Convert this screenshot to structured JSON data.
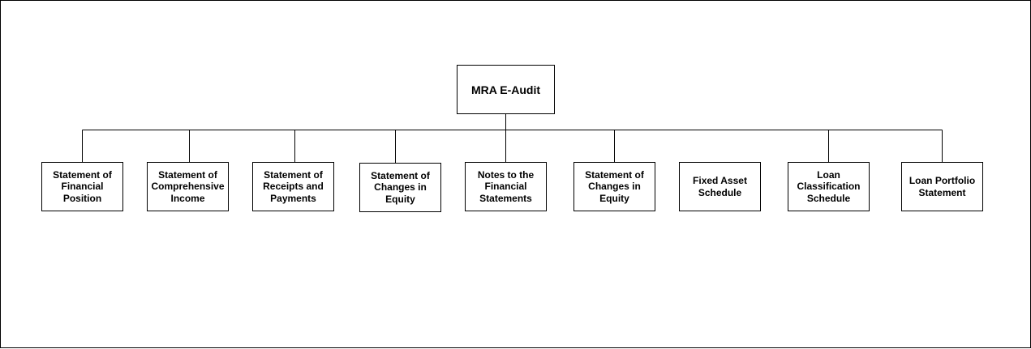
{
  "diagram": {
    "root": {
      "label": "MRA E-Audit"
    },
    "children": [
      {
        "lines": [
          "Statement of",
          "Financial",
          "Position"
        ]
      },
      {
        "lines": [
          "Statement of",
          "Comprehensive",
          "Income"
        ]
      },
      {
        "lines": [
          "Statement of",
          "Receipts and",
          "Payments"
        ]
      },
      {
        "lines": [
          "Statement of",
          "Changes in",
          "Equity"
        ]
      },
      {
        "lines": [
          "Notes to the",
          "Financial",
          "Statements"
        ]
      },
      {
        "lines": [
          "Statement of",
          "Changes in",
          "Equity"
        ]
      },
      {
        "lines": [
          "Fixed Asset",
          "Schedule"
        ]
      },
      {
        "lines": [
          "Loan",
          "Classification",
          "Schedule"
        ]
      },
      {
        "lines": [
          "Loan Portfolio",
          "Statement"
        ]
      }
    ]
  }
}
